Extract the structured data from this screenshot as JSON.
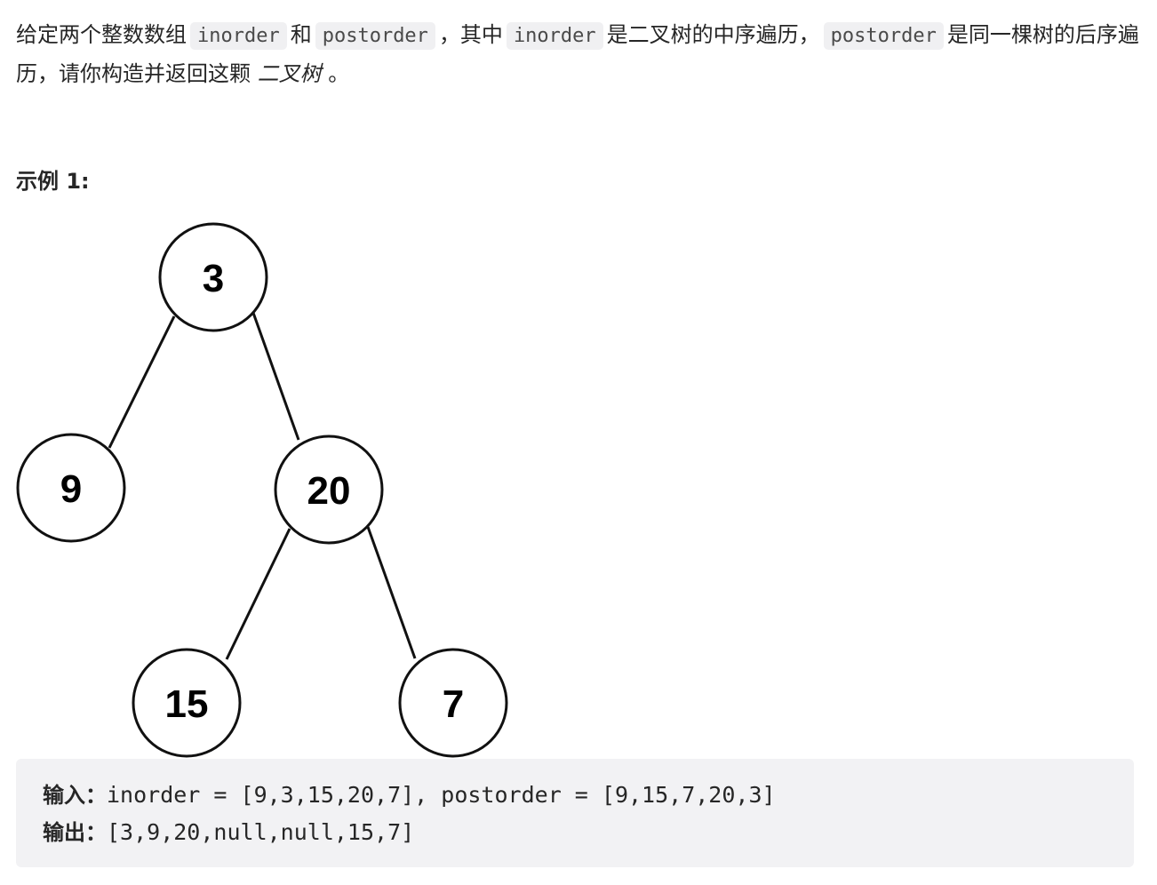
{
  "description": {
    "parts": [
      {
        "type": "text",
        "value": "给定两个整数数组"
      },
      {
        "type": "code",
        "value": "inorder"
      },
      {
        "type": "text",
        "value": "和"
      },
      {
        "type": "code",
        "value": "postorder"
      },
      {
        "type": "text",
        "value": "，其中"
      },
      {
        "type": "code",
        "value": "inorder"
      },
      {
        "type": "text",
        "value": "是二叉树的中序遍历，"
      },
      {
        "type": "code",
        "value": "postorder"
      },
      {
        "type": "text",
        "value": "是同一棵树的后序遍历，请你构造并返回这颗"
      },
      {
        "type": "em",
        "value": "二叉树"
      },
      {
        "type": "text",
        "value": "。"
      }
    ]
  },
  "example": {
    "title": "示例 1:",
    "tree": {
      "nodes": [
        {
          "id": "n3",
          "label": "3"
        },
        {
          "id": "n9",
          "label": "9"
        },
        {
          "id": "n20",
          "label": "20"
        },
        {
          "id": "n15",
          "label": "15"
        },
        {
          "id": "n7",
          "label": "7"
        }
      ],
      "edges": [
        {
          "from": "n3",
          "to": "n9"
        },
        {
          "from": "n3",
          "to": "n20"
        },
        {
          "from": "n20",
          "to": "n15"
        },
        {
          "from": "n20",
          "to": "n7"
        }
      ]
    },
    "input_label": "输入：",
    "input_value": "inorder = [9,3,15,20,7], postorder = [9,15,7,20,3]",
    "output_label": "输出：",
    "output_value": "[3,9,20,null,null,15,7]"
  }
}
